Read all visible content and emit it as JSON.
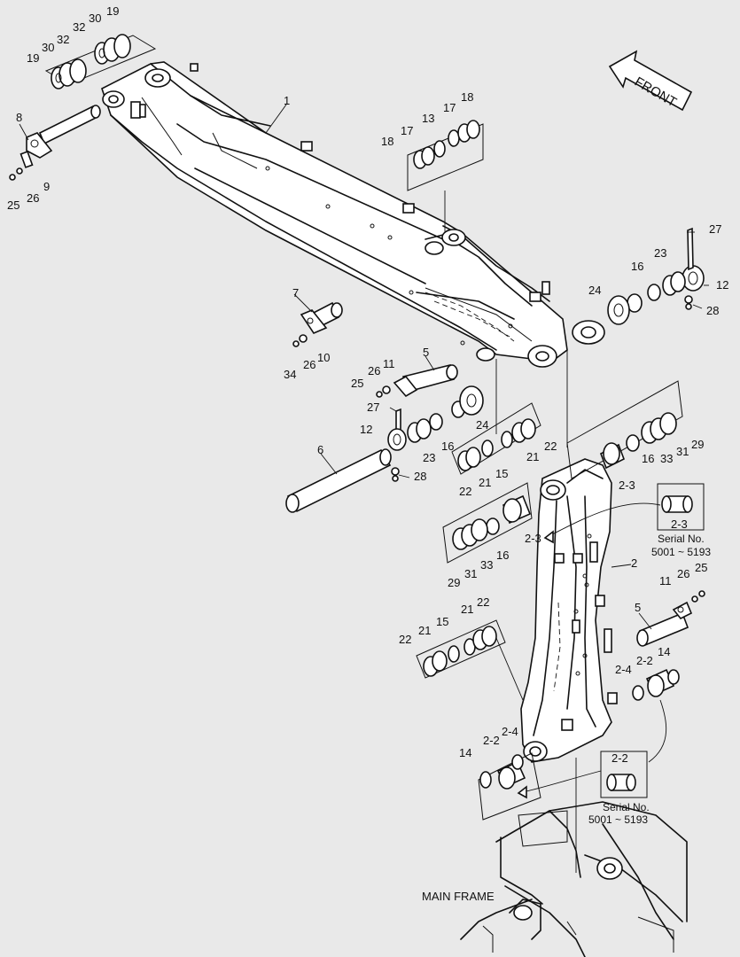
{
  "front_arrow": {
    "label": "FRONT"
  },
  "main_frame_label": "MAIN FRAME",
  "inset_2_3": {
    "title": "2-3",
    "note_line1": "Serial No.",
    "note_line2": "5001 ~ 5193"
  },
  "inset_2_2": {
    "title": "2-2",
    "note_line1": "Serial No.",
    "note_line2": "5001 ~ 5193"
  },
  "callouts": [
    {
      "id": "c1",
      "text": "19"
    },
    {
      "id": "c2",
      "text": "30"
    },
    {
      "id": "c3",
      "text": "32"
    },
    {
      "id": "c4",
      "text": "30"
    },
    {
      "id": "c5",
      "text": "32"
    },
    {
      "id": "c6",
      "text": "19"
    },
    {
      "id": "c7",
      "text": "8"
    },
    {
      "id": "c8",
      "text": "9"
    },
    {
      "id": "c9",
      "text": "26"
    },
    {
      "id": "c10",
      "text": "25"
    },
    {
      "id": "c11",
      "text": "1"
    },
    {
      "id": "c12",
      "text": "18"
    },
    {
      "id": "c13",
      "text": "17"
    },
    {
      "id": "c14",
      "text": "13"
    },
    {
      "id": "c15",
      "text": "17"
    },
    {
      "id": "c16",
      "text": "18"
    },
    {
      "id": "c17",
      "text": "27"
    },
    {
      "id": "c18",
      "text": "23"
    },
    {
      "id": "c19",
      "text": "16"
    },
    {
      "id": "c20",
      "text": "24"
    },
    {
      "id": "c21",
      "text": "12"
    },
    {
      "id": "c22",
      "text": "28"
    },
    {
      "id": "c23",
      "text": "7"
    },
    {
      "id": "c24",
      "text": "34"
    },
    {
      "id": "c25",
      "text": "26"
    },
    {
      "id": "c26",
      "text": "10"
    },
    {
      "id": "c27",
      "text": "26"
    },
    {
      "id": "c28",
      "text": "11"
    },
    {
      "id": "c29",
      "text": "5"
    },
    {
      "id": "c30",
      "text": "25"
    },
    {
      "id": "c31",
      "text": "27"
    },
    {
      "id": "c32",
      "text": "12"
    },
    {
      "id": "c33",
      "text": "16"
    },
    {
      "id": "c34",
      "text": "24"
    },
    {
      "id": "c35",
      "text": "23"
    },
    {
      "id": "c36",
      "text": "22"
    },
    {
      "id": "c37",
      "text": "21"
    },
    {
      "id": "c38",
      "text": "15"
    },
    {
      "id": "c39",
      "text": "22"
    },
    {
      "id": "c40",
      "text": "21"
    },
    {
      "id": "c41",
      "text": "6"
    },
    {
      "id": "c42",
      "text": "28"
    },
    {
      "id": "c43",
      "text": "16"
    },
    {
      "id": "c44",
      "text": "33"
    },
    {
      "id": "c45",
      "text": "31"
    },
    {
      "id": "c46",
      "text": "29"
    },
    {
      "id": "c47",
      "text": "2-3"
    },
    {
      "id": "c48",
      "text": "2-3"
    },
    {
      "id": "c49",
      "text": "2"
    },
    {
      "id": "c50",
      "text": "16"
    },
    {
      "id": "c51",
      "text": "33"
    },
    {
      "id": "c52",
      "text": "31"
    },
    {
      "id": "c53",
      "text": "29"
    },
    {
      "id": "c54",
      "text": "25"
    },
    {
      "id": "c55",
      "text": "26"
    },
    {
      "id": "c56",
      "text": "11"
    },
    {
      "id": "c57",
      "text": "5"
    },
    {
      "id": "c58",
      "text": "22"
    },
    {
      "id": "c59",
      "text": "21"
    },
    {
      "id": "c60",
      "text": "15"
    },
    {
      "id": "c61",
      "text": "21"
    },
    {
      "id": "c62",
      "text": "22"
    },
    {
      "id": "c63",
      "text": "2-2"
    },
    {
      "id": "c64",
      "text": "14"
    },
    {
      "id": "c65",
      "text": "2-4"
    },
    {
      "id": "c66",
      "text": "14"
    },
    {
      "id": "c67",
      "text": "2-2"
    },
    {
      "id": "c68",
      "text": "2-4"
    }
  ]
}
